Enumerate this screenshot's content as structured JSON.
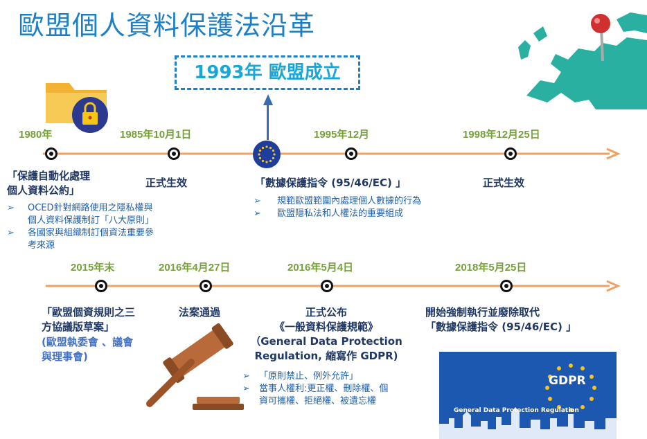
{
  "title": "歐盟個人資料保護法沿革",
  "eu_founded": "1993年 歐盟成立",
  "timeline1": [
    {
      "date": "1980年",
      "label": "「保護自動化處理\n個人資料公約」",
      "bullets": [
        "OCED針對網路使用之隱私權與\n個人資料保護制訂「八大原則」",
        "各國家與組織制訂個資法重要參\n考來源"
      ]
    },
    {
      "date": "1985年10月1日",
      "label": "正式生效"
    },
    {
      "date": "1995年12月",
      "label": "「數據保護指令 (95/46/EC) 」",
      "bullets": [
        "規範歐盟範圍內處理個人數據的行為",
        "歐盟隱私法和人權法的重要組成"
      ]
    },
    {
      "date": "1998年12月25日",
      "label": "正式生效"
    }
  ],
  "timeline2": [
    {
      "date": "2015年末",
      "label": "「歐盟個資規則之三\n方協議版草案」",
      "sub": "(歐盟執委會 、議會\n與理事會)"
    },
    {
      "date": "2016年4月27日",
      "label": "法案通過"
    },
    {
      "date": "2016年5月4日",
      "label": "正式公布\n《一般資料保護規範》\n（General Data Protection\nRegulation, 縮寫作 GDPR)",
      "bullets": [
        "「原則禁止、例外允許」",
        "當事人權利:更正權、刪除權、個\n資可攜權、拒絕權、被遺忘權"
      ]
    },
    {
      "date": "2018年5月25日",
      "label": "開始強制執行並廢除取代\n「數據保護指令 (95/46/EC) 」"
    }
  ],
  "gdpr_image": {
    "title": "GDPR",
    "caption": "General Data Protection Regulation"
  },
  "bullet_glyph": "➢",
  "colors": {
    "title": "#1e7fc4",
    "date": "#76a03a",
    "line": "#f0a060",
    "label": "#1f3864",
    "bullet": "#1f5fa8"
  },
  "icons": [
    "folder-lock-icon",
    "europe-map-icon",
    "eu-flag-icon",
    "gavel-icon",
    "gdpr-banner-image"
  ]
}
